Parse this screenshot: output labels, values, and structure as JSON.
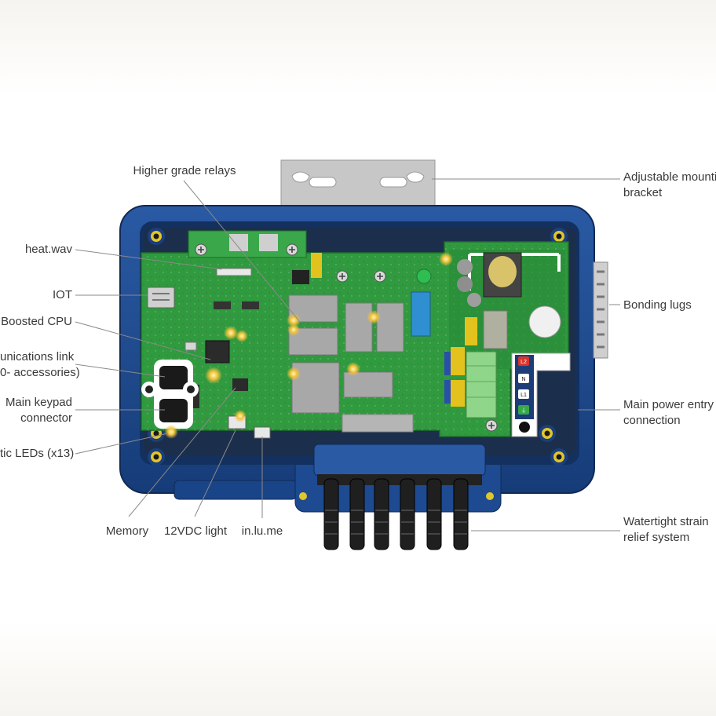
{
  "colors": {
    "enclosure": "#1e4b8f",
    "enclosure_dark": "#14346a",
    "board": "#2f9a3e",
    "relay": "#a8a8a8",
    "leader_line": "#8a8a8a",
    "led_glow": "#f2c23a",
    "text": "#3a3a3a"
  },
  "callouts": {
    "relays": "Higher grade relays",
    "bracket_line1": "Adjustable mounti",
    "bracket_line2": "bracket",
    "heatwav": "heat.wav",
    "iot": "IOT",
    "cpu": "Boosted CPU",
    "comm_line1": "unications link",
    "comm_line2": "0- accessories)",
    "keypad_line1": "Main keypad",
    "keypad_line2": "connector",
    "leds": "tic LEDs (x13)",
    "bonding": "Bonding lugs",
    "power_line1": "Main power entry",
    "power_line2": "connection",
    "memory": "Memory",
    "light": "12VDC light",
    "inlume": "in.lu.me",
    "strain_line1": "Watertight strain",
    "strain_line2": "relief system"
  },
  "terminal_labels": [
    "L2",
    "N",
    "L1",
    "⏚"
  ],
  "icons": [
    "screw-icon",
    "led-glow-icon",
    "ground-icon"
  ]
}
